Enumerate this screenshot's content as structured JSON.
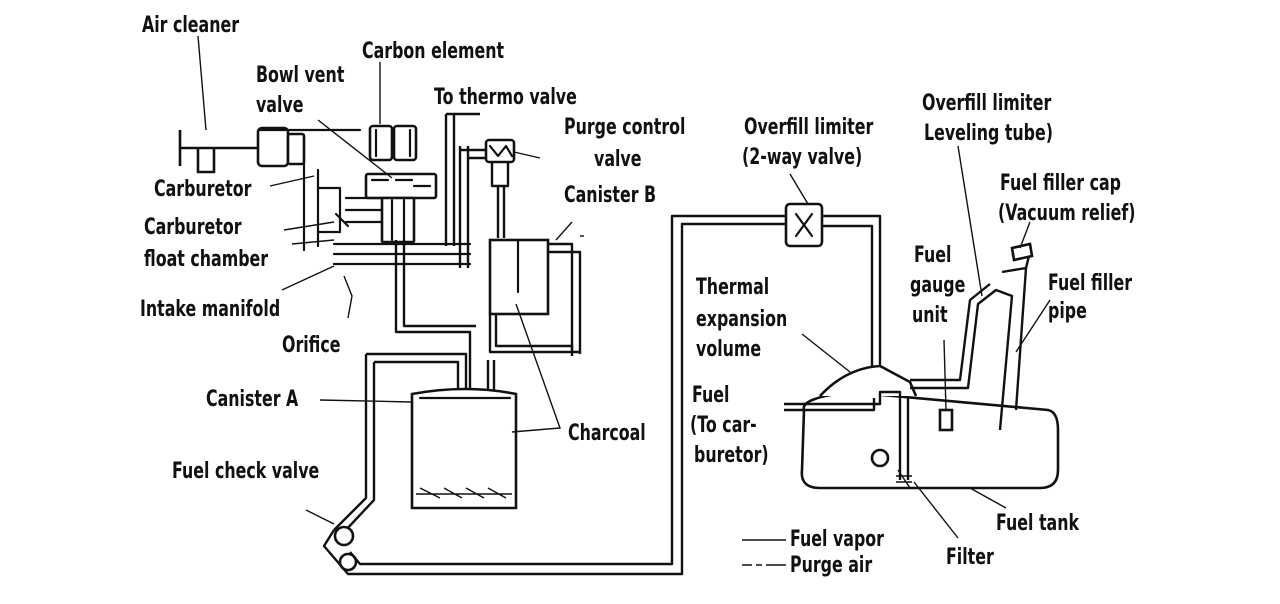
{
  "labels": {
    "air_cleaner": "Air cleaner",
    "carbon_element": "Carbon element",
    "bowl_vent_valve_1": "Bowl vent",
    "bowl_vent_valve_2": "valve",
    "to_thermo_valve": "To thermo valve",
    "purge_control_valve_1": "Purge control",
    "purge_control_valve_2": "valve",
    "carburetor": "Carburetor",
    "carburetor_float_chamber_1": "Carburetor",
    "carburetor_float_chamber_2": "float chamber",
    "canister_b": "Canister B",
    "intake_manifold": "Intake manifold",
    "orifice": "Orifice",
    "canister_a": "Canister A",
    "charcoal": "Charcoal",
    "fuel_check_valve": "Fuel check valve",
    "overfill_limiter_1": "Overfill limiter",
    "overfill_limiter_2": "(2-way valve)",
    "overfill_limiter_leveling_tube_1": "Overfill limiter",
    "overfill_limiter_leveling_tube_2": "Leveling tube)",
    "fuel_filler_cap_1": "Fuel filler cap",
    "fuel_filler_cap_2": "(Vacuum relief)",
    "fuel_gauge_unit_1": "Fuel",
    "fuel_gauge_unit_2": "gauge",
    "fuel_gauge_unit_3": "unit",
    "fuel_filler_pipe_1": "Fuel filler",
    "fuel_filler_pipe_2": "pipe",
    "thermal_expansion_1": "Thermal",
    "thermal_expansion_2": "expansion",
    "thermal_expansion_3": "volume",
    "fuel_to_carb_1": "Fuel",
    "fuel_to_carb_2": "(To car-",
    "fuel_to_carb_3": "buretor)",
    "fuel_tank": "Fuel tank",
    "filter": "Filter"
  },
  "legend": {
    "fuel_vapor": "Fuel vapor",
    "purge_air": "Purge air"
  }
}
